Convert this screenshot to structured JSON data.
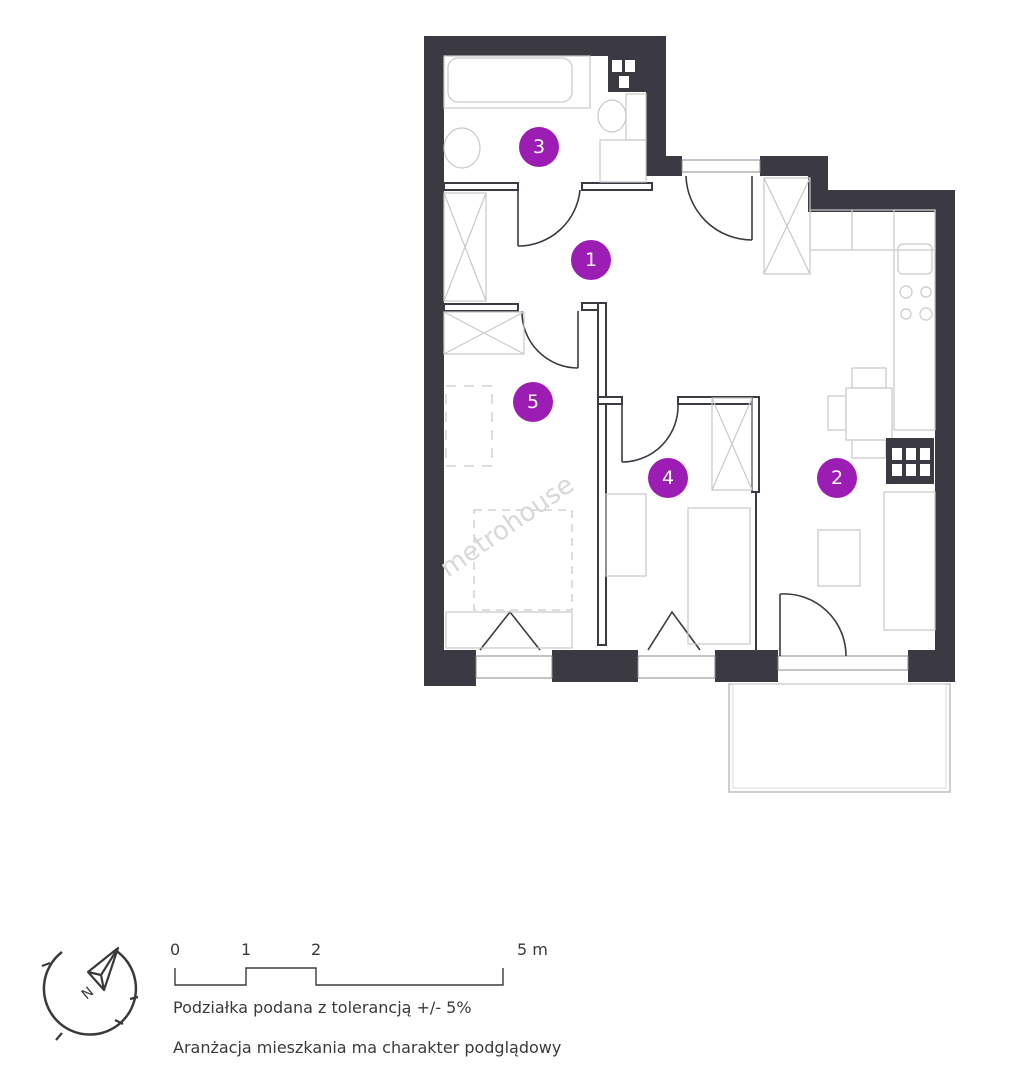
{
  "watermark": "metrohouse",
  "colors": {
    "wall": "#3b3a42",
    "badge": "#9c1db3"
  },
  "rooms": [
    {
      "label": "1"
    },
    {
      "label": "2"
    },
    {
      "label": "3"
    },
    {
      "label": "4"
    },
    {
      "label": "5"
    }
  ],
  "legend": {
    "compass_label": "N",
    "scale_ticks": [
      "0",
      "1",
      "2",
      "5 m"
    ],
    "tolerance_note": "Podziałka podana z tolerancją +/- 5%",
    "arrangement_note": "Aranżacja mieszkania ma charakter podglądowy"
  }
}
